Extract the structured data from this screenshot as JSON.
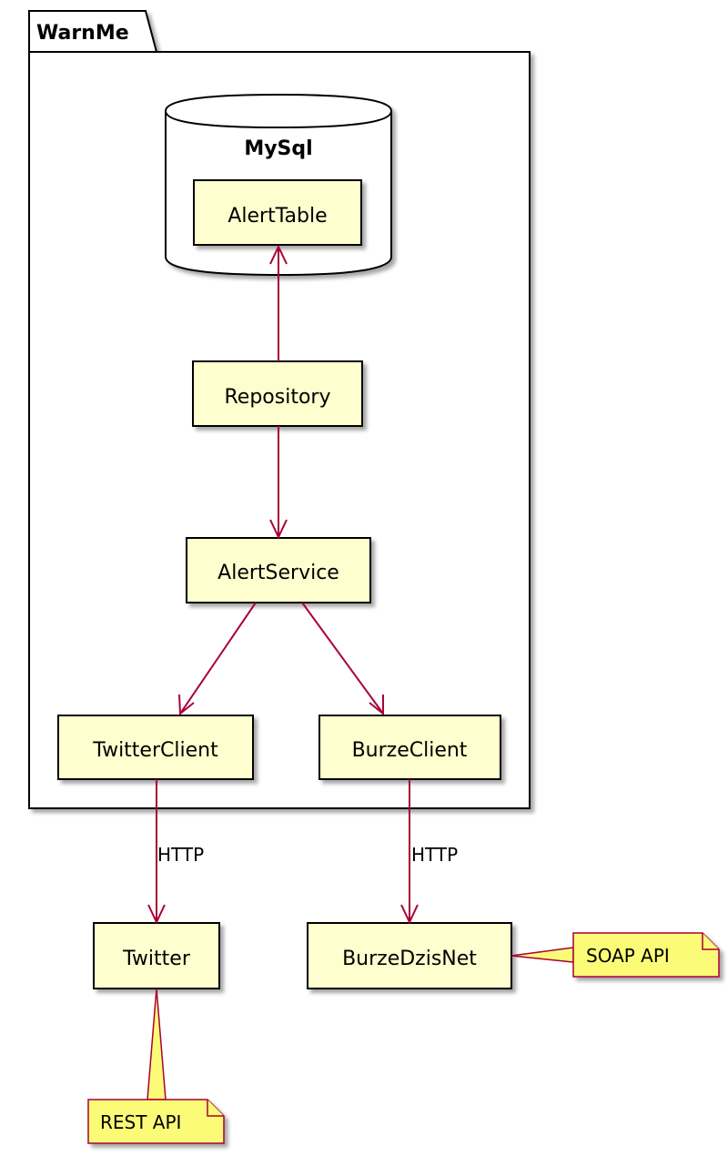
{
  "package": {
    "name": "WarnMe"
  },
  "database": {
    "name": "MySql"
  },
  "components": {
    "alert_table": "AlertTable",
    "repository": "Repository",
    "alert_service": "AlertService",
    "twitter_client": "TwitterClient",
    "burze_client": "BurzeClient",
    "twitter": "Twitter",
    "burze_dzis_net": "BurzeDzisNet"
  },
  "edges": {
    "twitter_http": "HTTP",
    "burze_http": "HTTP"
  },
  "notes": {
    "soap_api": "SOAP API",
    "rest_api": "REST API"
  },
  "colors": {
    "component_fill": "#FEFECE",
    "note_fill": "#FBFB77",
    "arrow": "#A80036",
    "border": "#000000"
  }
}
